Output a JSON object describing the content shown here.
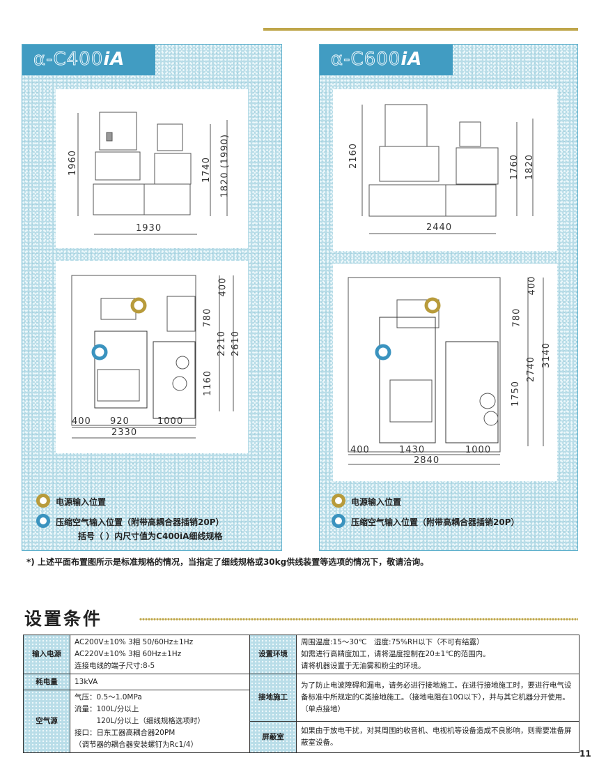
{
  "models": [
    {
      "title": "α-C400",
      "title_suffix": "iA",
      "front_dims": {
        "height": "1960",
        "cabinet_height": "1740",
        "max_height": "1820 (1990)",
        "width": "1930"
      },
      "plan_dims": {
        "top": "400",
        "upper": "780",
        "mid": "2210",
        "total_depth": "2610",
        "lower": "1160",
        "left": "400",
        "table": "920",
        "cabinet": "1000",
        "total_width": "2330"
      },
      "legend": {
        "power": "电源输入位置",
        "air": "压缩空气输入位置（附带高耦合器插销20P）",
        "note": "括号（ ）内尺寸值为C400iA细线规格"
      }
    },
    {
      "title": "α-C600",
      "title_suffix": "iA",
      "front_dims": {
        "height": "2160",
        "cabinet_height": "1760",
        "max_height": "1820",
        "width": "2440"
      },
      "plan_dims": {
        "top": "400",
        "upper": "780",
        "mid": "2740",
        "total_depth": "3140",
        "lower": "1750",
        "left": "400",
        "table": "1430",
        "cabinet": "1000",
        "total_width": "2840"
      },
      "legend": {
        "power": "电源输入位置",
        "air": "压缩空气输入位置（附带高耦合器插销20P）"
      }
    }
  ],
  "footnote": "*) 上述平面布置图所示是标准规格的情况，当指定了细线规格或30kg供线装置等选项的情况下，敬请洽询。",
  "section_title": "设置条件",
  "conditions": {
    "input_power": {
      "label": "输入电源",
      "lines": [
        "AC200V±10% 3相 50/60Hz±1Hz",
        "AC220V±10% 3相 60Hz±1Hz",
        "连接电线的端子尺寸:8-5"
      ]
    },
    "consumption": {
      "label": "耗电量",
      "value": "13kVA"
    },
    "air": {
      "label": "空气源",
      "lines": [
        "气压：0.5～1.0MPa",
        "流量：100L/分以上",
        "　　　120L/分以上（细线规格选项时）",
        "接口：日东工器高耦合器20PM",
        "（调节器的耦合器安装螺钉为Rc1/4）"
      ]
    },
    "environment": {
      "label": "设置环境",
      "lines": [
        "周围温度:15～30℃　湿度:75%RH以下（不可有结露）",
        "如需进行高精度加工，请将温度控制在20±1℃的范围内。",
        "请将机器设置于无油雾和粉尘的环境。"
      ]
    },
    "grounding": {
      "label": "接地施工",
      "lines": [
        "为了防止电波障碍和漏电，请务必进行接地施工。在进行接地施工时，要进行电气设备标准中所规定的C类接地施工。（接地电阻在10Ω以下），并与其它机器分开使用。（单点接地）"
      ]
    },
    "shield": {
      "label": "屏蔽室",
      "lines": [
        "如果由于放电干扰，对其周围的收音机、电视机等设备造成不良影响，则需要准备屏蔽室设备。"
      ]
    }
  },
  "page_number": "11"
}
